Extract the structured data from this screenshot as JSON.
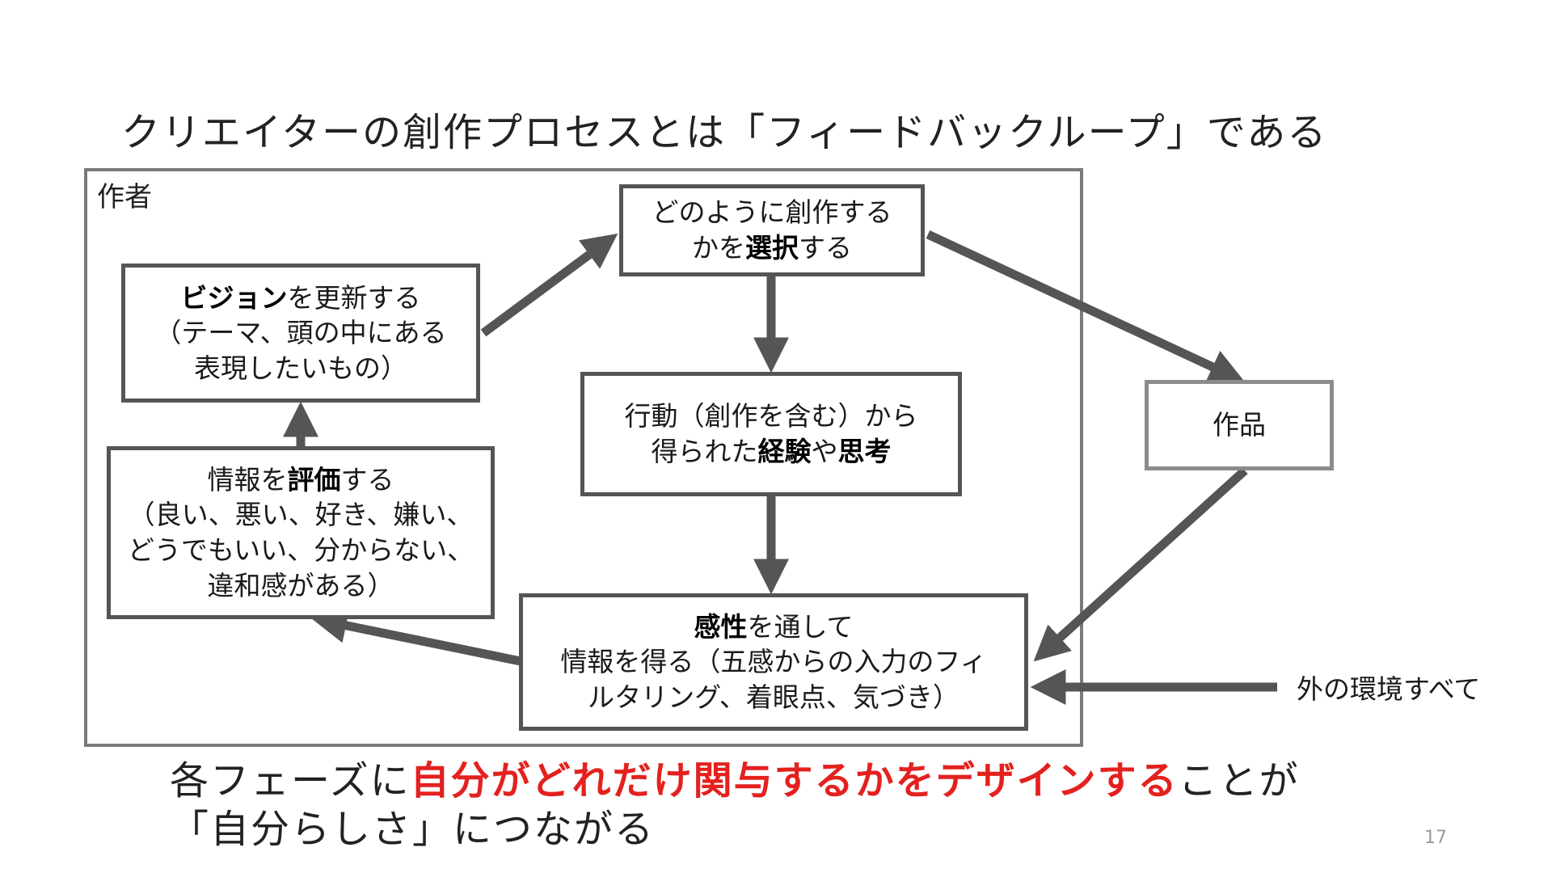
{
  "title": "クリエイターの創作プロセスとは「フィードバックループ」である",
  "author_label": "作者",
  "boxes": {
    "choose": {
      "l1": "どのように創作する",
      "l2a": "かを",
      "l2b": "選択",
      "l2c": "する"
    },
    "vision": {
      "l1a": "ビジョン",
      "l1b": "を更新する",
      "l2": "（テーマ、頭の中にある",
      "l3": "表現したいもの）"
    },
    "action": {
      "l1": "行動（創作を含む）から",
      "l2a": "得られた",
      "l2b": "経験",
      "l2c": "や",
      "l2d": "思考"
    },
    "evaluate": {
      "l1a": "情報を",
      "l1b": "評価",
      "l1c": "する",
      "l2": "（良い、悪い、好き、嫌い、",
      "l3": "どうでもいい、分からない、",
      "l4": "違和感がある）"
    },
    "sense": {
      "l1a": "感性",
      "l1b": "を通して",
      "l2": "情報を得る（五感からの入力のフィ",
      "l3": "ルタリング、着眼点、気づき）"
    },
    "work": {
      "label": "作品"
    }
  },
  "env_label": "外の環境すべて",
  "footer": {
    "line1_a": "各フェーズに",
    "line1_em": "自分がどれだけ関与するかをデザインする",
    "line1_b": "ことが",
    "line2": "「自分らしさ」につながる"
  },
  "page_number": "17",
  "colors": {
    "arrow": "#555555",
    "emphasis": "#e3211e",
    "frame": "#7a7a7a",
    "work_border": "#8c8c8c"
  }
}
